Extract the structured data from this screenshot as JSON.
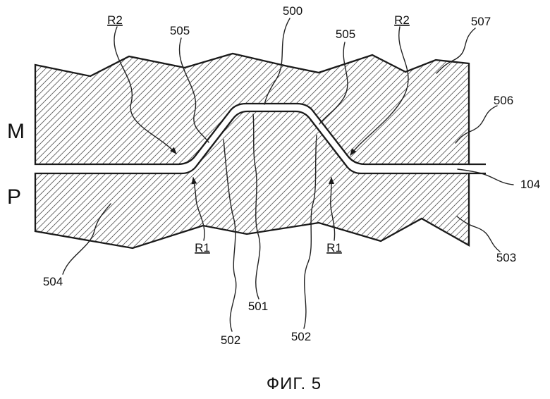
{
  "figure": {
    "caption": "ФИГ. 5",
    "region_labels": {
      "upper": "M",
      "lower": "P"
    },
    "annotations": {
      "r2_left": "R2",
      "r2_right": "R2",
      "r1_left": "R1",
      "r1_right": "R1",
      "ref_500": "500",
      "ref_501": "501",
      "ref_502_left": "502",
      "ref_502_right": "502",
      "ref_503": "503",
      "ref_504": "504",
      "ref_505_left": "505",
      "ref_505_right": "505",
      "ref_506": "506",
      "ref_507": "507",
      "ref_104": "104"
    },
    "colors": {
      "outline": "#1a1a1a",
      "hatch": "#555555",
      "background": "#ffffff"
    }
  }
}
